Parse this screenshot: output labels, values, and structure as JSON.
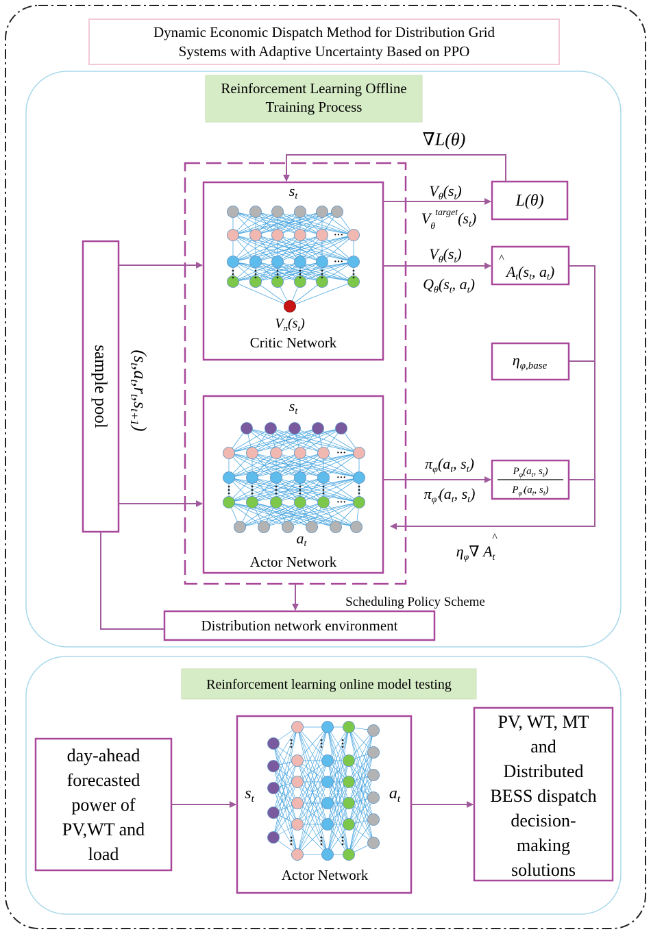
{
  "title_line1": "Dynamic Economic Dispatch Method for Distribution Grid",
  "title_line2": "Systems with Adaptive Uncertainty Based on PPO",
  "offline": {
    "banner_line1": "Reinforcement Learning Offline",
    "banner_line2": "Training Process",
    "sample_pool": "sample pool",
    "transition_tuple": "(s_t, a_t, r_t, s_t+1)",
    "critic": {
      "input": "s_t",
      "output": "V_π(s_t)",
      "label": "Critic Network"
    },
    "actor": {
      "input": "s_t",
      "output": "a_t",
      "label": "Actor Network"
    },
    "loss_grad": "∇L(θ)",
    "loss_box": "L(θ)",
    "value_pair": [
      "V_θ(s_t)",
      "V_θ^target(s_t)"
    ],
    "adv_inputs": [
      "V_θ(s_t)",
      "Q_θ(s_t, a_t)"
    ],
    "advantage_box": "Â_t(s_t, a_t)",
    "eta_base_box": "η_φ,base",
    "policy_pair": [
      "π_φ(a_t, s_t)",
      "π_φ'(a_t, s_t)"
    ],
    "ratio_box": "P_φ(a_t, s_t) / P_φ'(a_t, s_t)",
    "update_label": "η_φ ∇ Â_t",
    "scheduling": "Scheduling Policy Scheme",
    "environment": "Distribution network environment"
  },
  "online": {
    "banner": "Reinforcement learning online model testing",
    "input_lines": [
      "day-ahead",
      "forecasted",
      "power of",
      "PV,WT and",
      "load"
    ],
    "net_input": "s_t",
    "net_output": "a_t",
    "net_label": "Actor Network",
    "output_lines": [
      "PV, WT, MT",
      "and",
      "Distributed",
      "BESS dispatch",
      "decision-",
      "making",
      "solutions"
    ]
  },
  "colors": {
    "border": "#a8479a",
    "arrow": "#a05a9c",
    "banner": "#d6ecc6",
    "title_border": "#f3c9d8",
    "section_border": "#a8d8ea",
    "node_gray": "#b3b3b3",
    "node_pink": "#f0b8b0",
    "node_blue": "#5dbcec",
    "node_green": "#7dc84a",
    "node_purple": "#7a5a9e",
    "node_red": "#c81414",
    "edge": "#4aa6e0"
  }
}
